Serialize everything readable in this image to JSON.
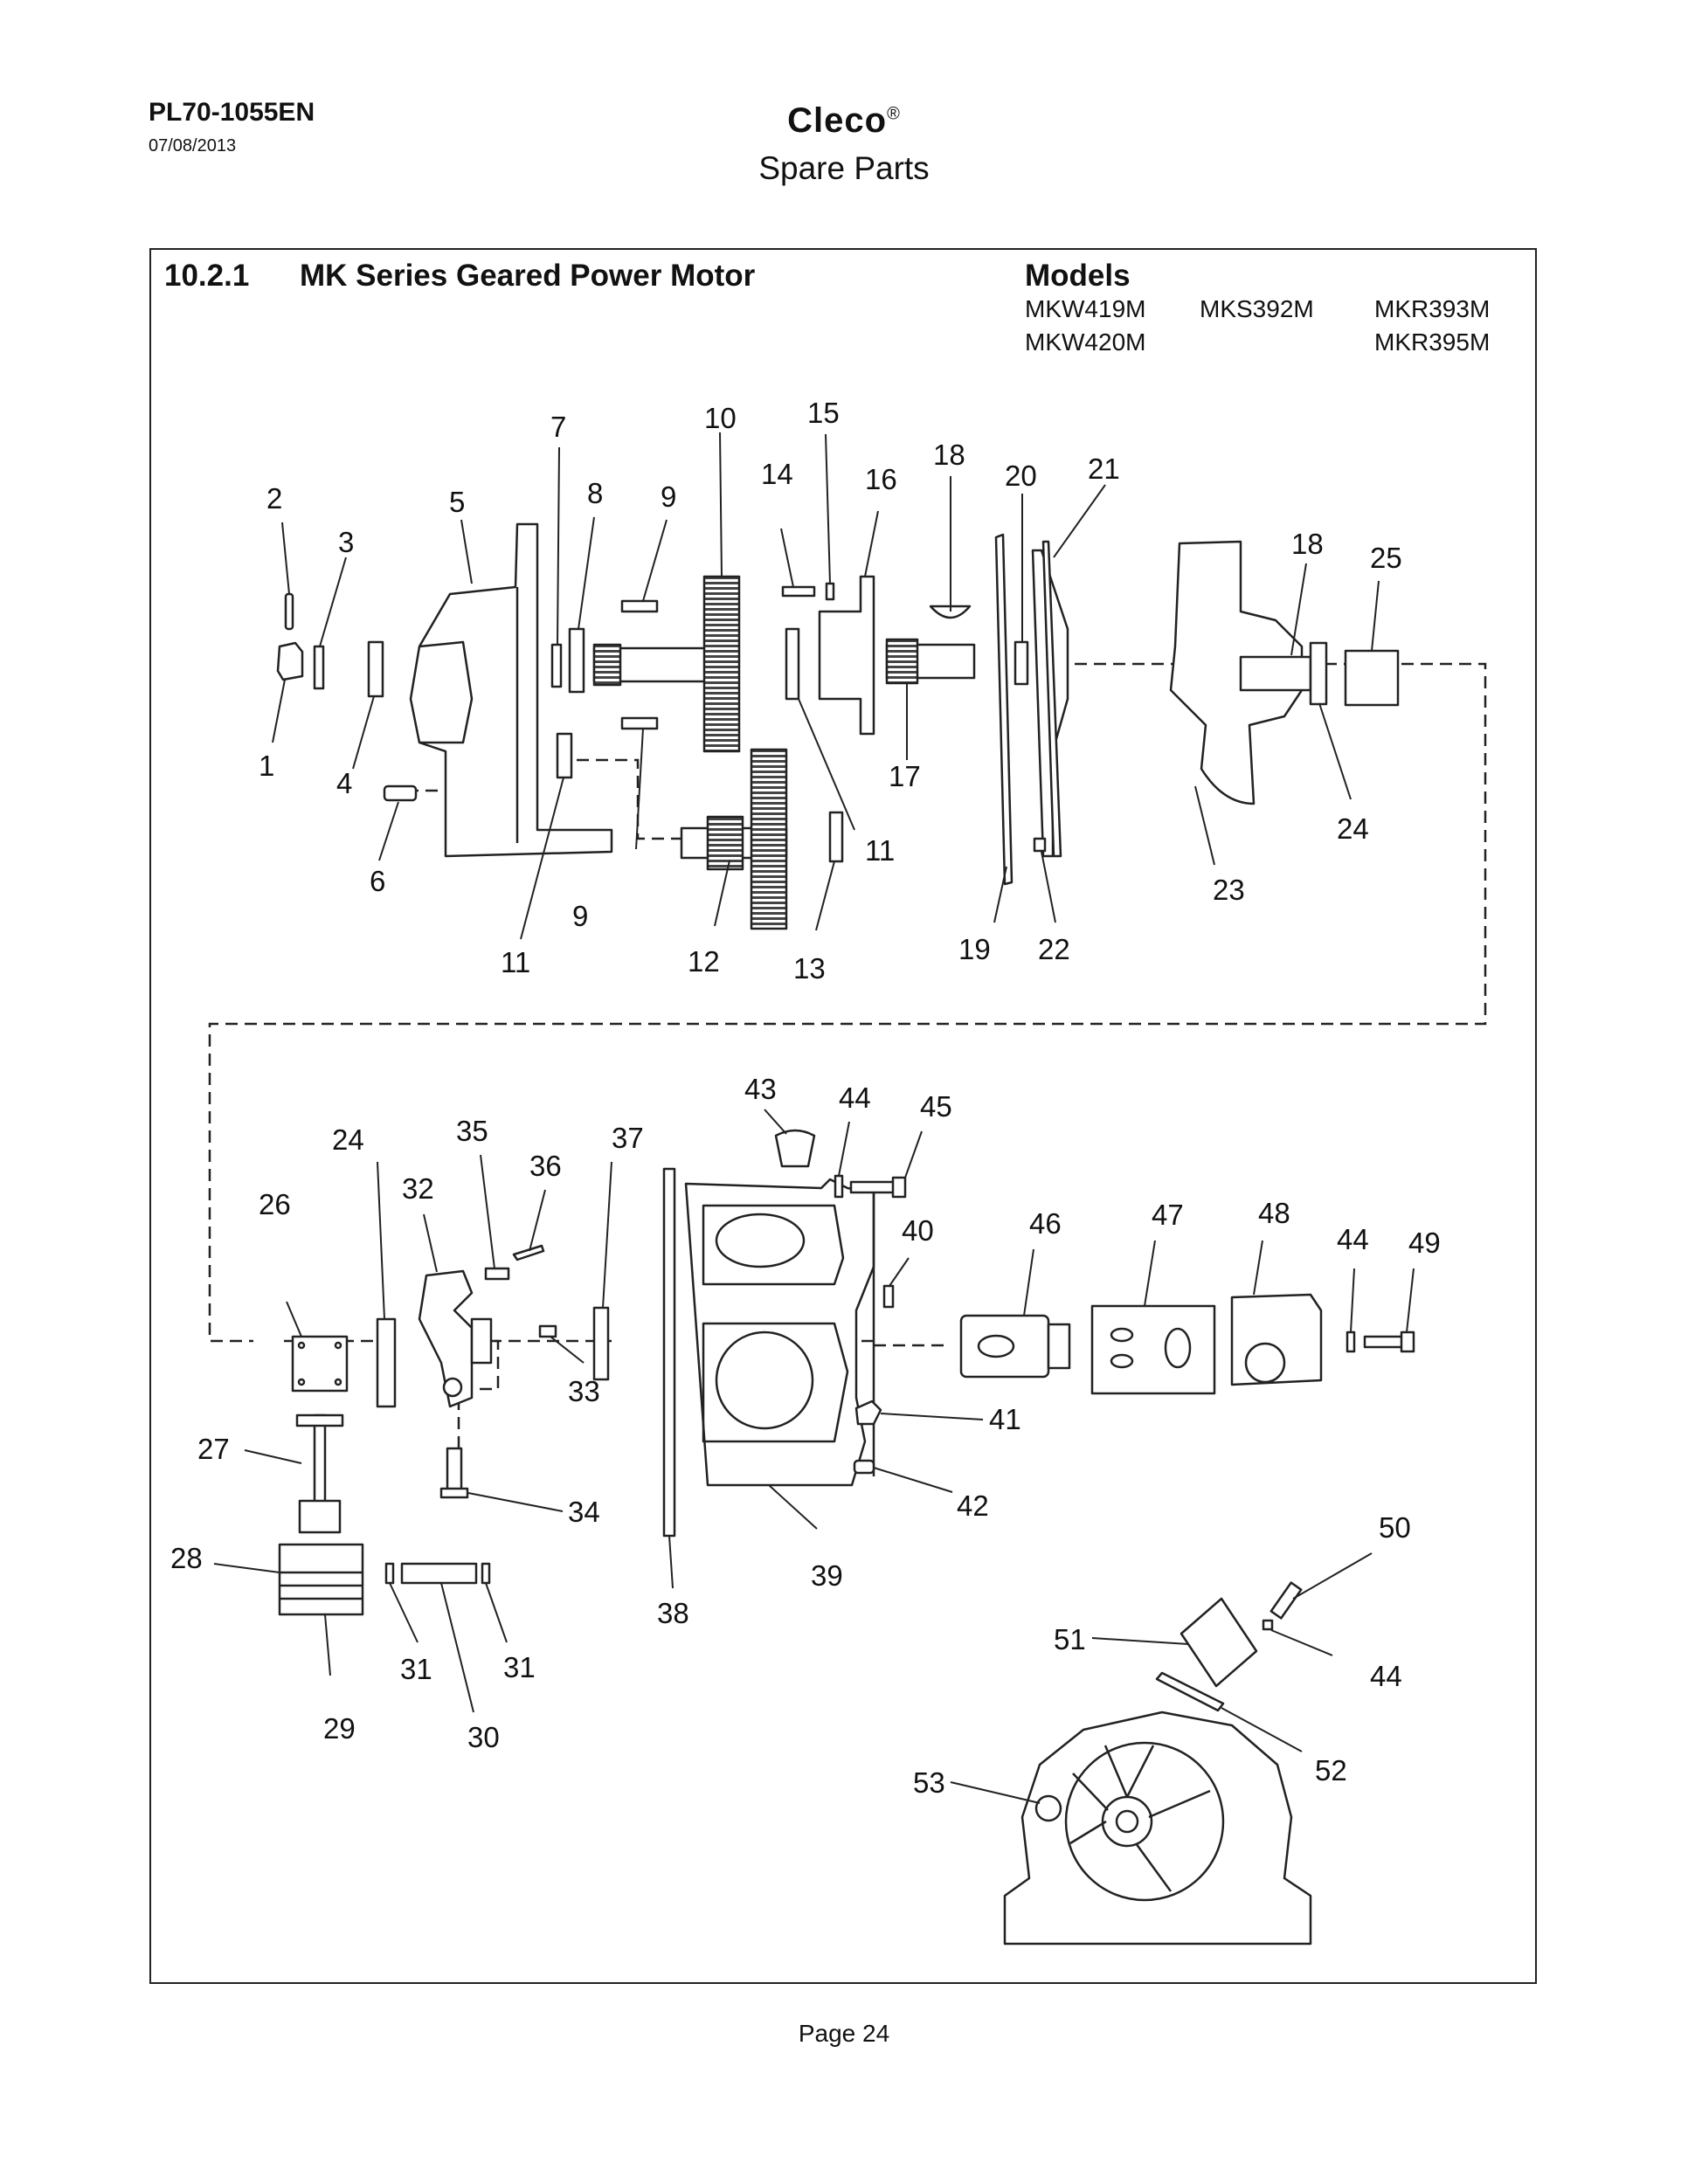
{
  "header": {
    "doc_number": "PL70-1055EN",
    "date": "07/08/2013",
    "brand": "Cleco",
    "brand_mark": "®",
    "subtitle": "Spare Parts"
  },
  "section": {
    "number": "10.2.1",
    "title": "MK Series Geared Power Motor",
    "models_title": "Models",
    "models": [
      "MKW419M",
      "MKS392M",
      "MKR393M",
      "MKW420M",
      "MKR395M"
    ]
  },
  "diagram": {
    "part_labels": [
      "1",
      "2",
      "3",
      "4",
      "5",
      "6",
      "7",
      "8",
      "9",
      "10",
      "11",
      "12",
      "13",
      "14",
      "15",
      "16",
      "17",
      "18",
      "19",
      "20",
      "21",
      "22",
      "23",
      "24",
      "25",
      "26",
      "27",
      "28",
      "29",
      "30",
      "31",
      "32",
      "33",
      "34",
      "35",
      "36",
      "37",
      "38",
      "39",
      "40",
      "41",
      "42",
      "43",
      "44",
      "45",
      "46",
      "47",
      "48",
      "49",
      "50",
      "51",
      "52",
      "53"
    ],
    "colors": {
      "line": "#222222",
      "gear": "#444444",
      "fill": "#ffffff"
    }
  },
  "footer": {
    "page": "Page 24"
  }
}
